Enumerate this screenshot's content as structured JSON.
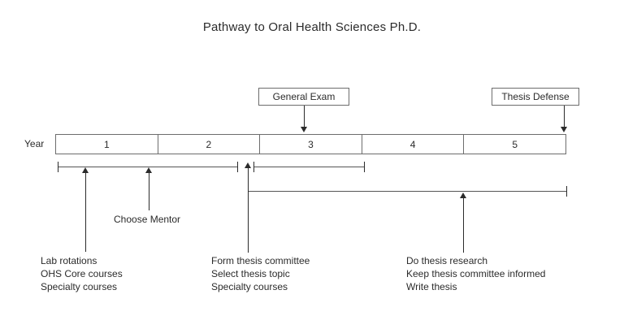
{
  "title": "Pathway to Oral Health Sciences Ph.D.",
  "timeline": {
    "axis_label": "Year",
    "cells": [
      {
        "label": "1"
      },
      {
        "label": "2"
      },
      {
        "label": "3"
      },
      {
        "label": "4"
      },
      {
        "label": "5"
      }
    ]
  },
  "milestones": [
    {
      "id": "general-exam",
      "label": "General Exam",
      "points_to_year": "3"
    },
    {
      "id": "thesis-defense",
      "label": "Thesis Defense",
      "points_to_year": "5"
    }
  ],
  "inline_labels": [
    {
      "id": "choose-mentor",
      "label": "Choose Mentor"
    }
  ],
  "notes": [
    {
      "id": "early-phase",
      "lines": [
        "Lab rotations",
        "OHS Core courses",
        "Specialty courses"
      ]
    },
    {
      "id": "committee-phase",
      "lines": [
        "Form thesis committee",
        "Select thesis topic",
        "Specialty courses"
      ]
    },
    {
      "id": "research-phase",
      "lines": [
        "Do thesis research",
        "Keep thesis committee informed",
        "Write thesis"
      ]
    }
  ],
  "colors": {
    "line": "#2b2b2b",
    "box_border": "#6d6d6d",
    "text": "#2b2b2b",
    "background": "#ffffff"
  }
}
